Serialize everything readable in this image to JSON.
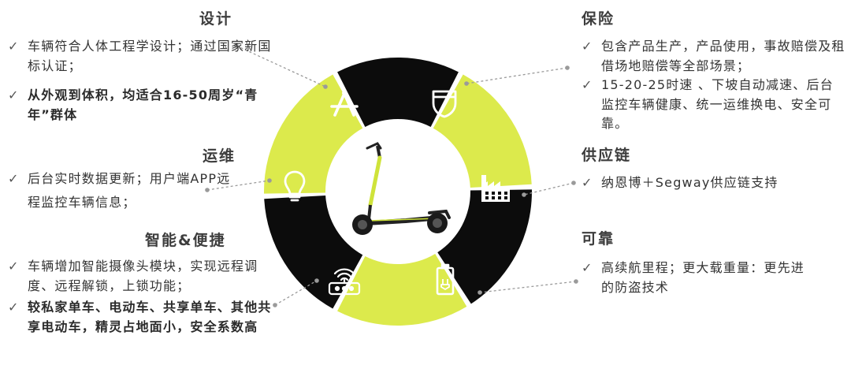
{
  "sections": {
    "design": {
      "title": "设计",
      "items": [
        "车辆符合人体工程学设计；通过国家新国标认证；",
        "从外观到体积，均适合16-50周岁“青年”群体"
      ]
    },
    "ops": {
      "title": "运维",
      "items": [
        "后台实时数据更新；用户端APP远程监控车辆信息；"
      ]
    },
    "smart": {
      "title": "智能&便捷",
      "items": [
        "车辆增加智能摄像头模块，实现远程调度、远程解锁，上锁功能；",
        "较私家单车、电动车、共享单车、其他共享电动车，精灵占地面小，安全系数高"
      ]
    },
    "insurance": {
      "title": "保险",
      "items": [
        "包含产品生产，产品使用，事故赔偿及租借场地赔偿等全部场景；",
        "15-20-25时速 、下坡自动减速、后台监控车辆健康、统一运维换电、安全可靠。"
      ]
    },
    "supply": {
      "title": "供应链",
      "items": [
        "纳恩博＋Segway供应链支持"
      ]
    },
    "reliable": {
      "title": "可靠",
      "items": [
        "高续航里程；更大载重量：更先进的防盗技术"
      ]
    }
  },
  "check_symbol": "✓",
  "colors": {
    "lime": "#dcea4c",
    "black": "#0c0c0c",
    "connector": "#9a9a9a",
    "scooter_accent": "#cfe33a"
  },
  "icons": {
    "design": "compass-icon",
    "insurance": "shield-icon",
    "supply": "factory-icon",
    "reliable": "battery-icon",
    "smart": "router-icon",
    "ops": "lightbulb-icon",
    "center": "scooter-icon"
  }
}
